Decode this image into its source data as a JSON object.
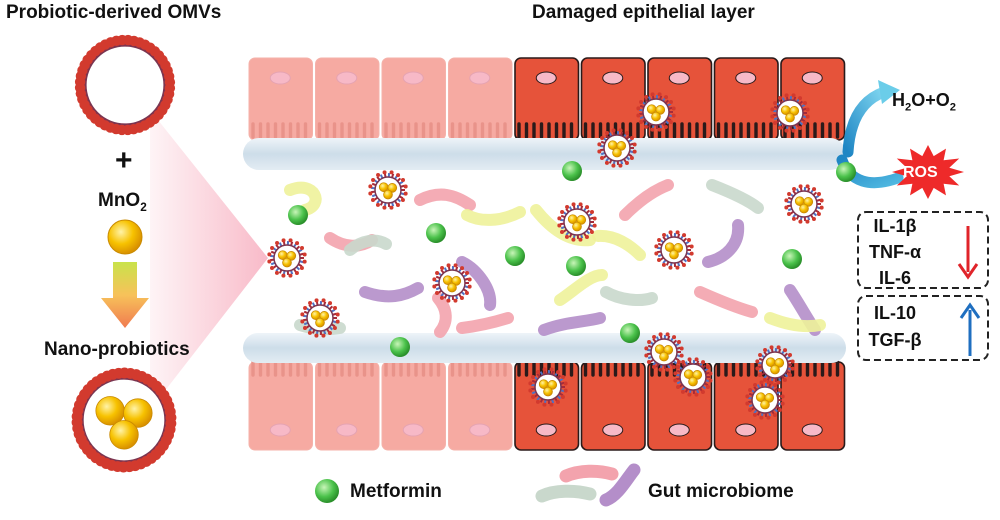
{
  "labels": {
    "omvs_title": "Probiotic-derived OMVs",
    "damaged_title": "Damaged epithelial layer",
    "plus": "+",
    "mno2_base": "MnO",
    "mno2_sub": "2",
    "nano_title": "Nano-probiotics",
    "h2o_base": "H",
    "h2o_sub": "2",
    "h2o_mid": "O+O",
    "o2_sub": "2",
    "ros": "ROS",
    "metformin": "Metformin",
    "gut_microbiome": "Gut microbiome"
  },
  "cytokines": {
    "down": [
      "IL-1β",
      "TNF-α",
      "IL-6"
    ],
    "up": [
      "IL-10",
      "TGF-β"
    ]
  },
  "colors": {
    "healthy_cell": "#f6aaa2",
    "damaged_cell": "#e6533a",
    "nucleus": "#f7b9c7",
    "membrane": "#d6e4ee",
    "omv_red": "#d23a2e",
    "omv_blue": "#4e71c4",
    "mno2": "#f5b800",
    "metformin": "#4bc24b",
    "down_arrow": "#e0242a",
    "up_arrow": "#1f6fc0",
    "ros_burst": "#ee2a2a",
    "h2o_arrow": "#3fb6dc"
  }
}
